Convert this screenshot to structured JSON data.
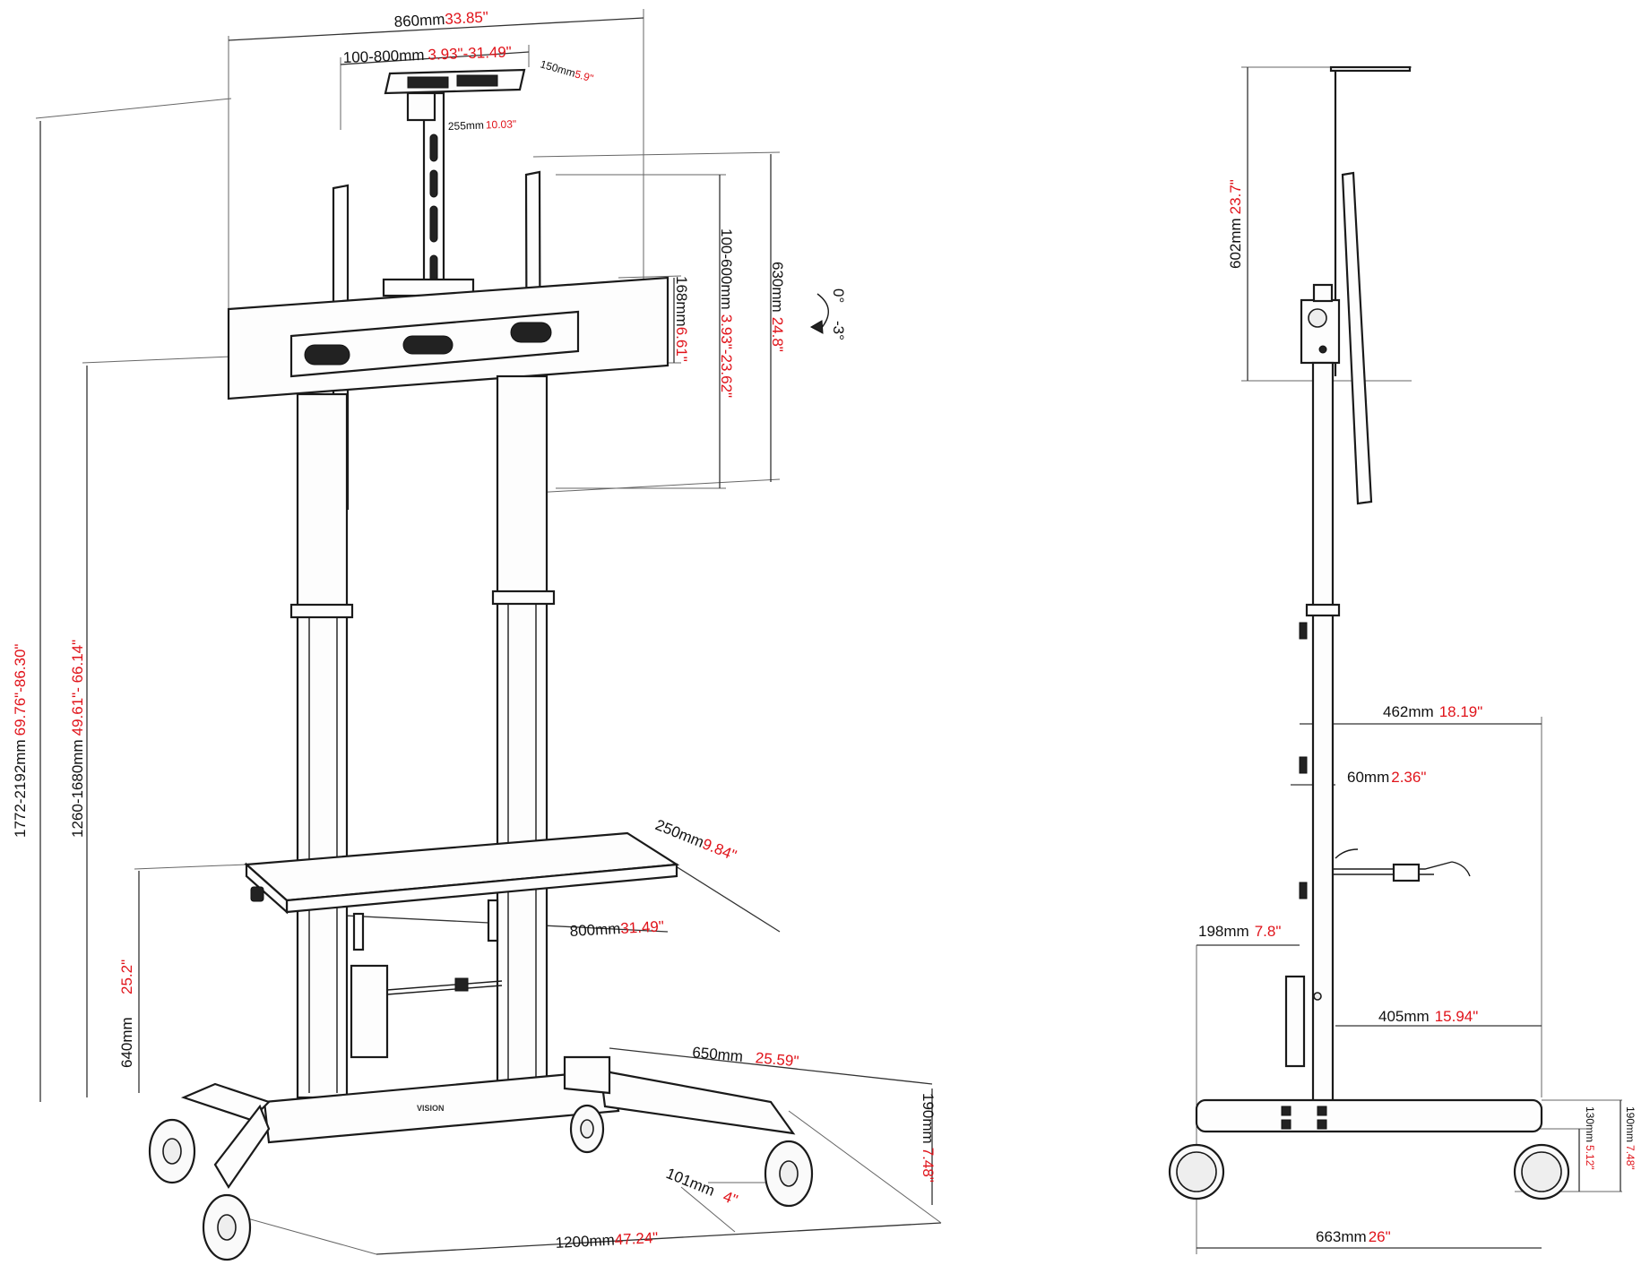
{
  "front_view": {
    "overall_width": {
      "mm": "860mm",
      "in": "33.85\""
    },
    "vesa_horizontal": {
      "mm": "100-800mm",
      "in": "3.93\"-31.49\""
    },
    "top_plate_depth": {
      "mm": "150mm",
      "in": "5.9\""
    },
    "top_plate_width": {
      "mm": "255mm",
      "in": "10.03\""
    },
    "vesa_vertical": {
      "mm": "100-600mm",
      "in": "3.93\"-23.62\""
    },
    "bracket_height": {
      "mm": "630mm",
      "in": "24.8\""
    },
    "crossbar_height": {
      "mm": "168mm",
      "in": "6.61\""
    },
    "tilt_top": "0°",
    "tilt_bottom": "-3°",
    "total_height": {
      "mm": "1772-2192mm",
      "in": "69.76\"-86.30\""
    },
    "mount_height": {
      "mm": "1260-1680mm",
      "in": "49.61\"- 66.14\""
    },
    "shelf_depth": {
      "mm": "250mm",
      "in": "9.84\""
    },
    "shelf_width": {
      "mm": "800mm",
      "in": "31.49\""
    },
    "shelf_height": {
      "mm": "640mm",
      "in": "25.2\""
    },
    "base_depth": {
      "mm": "650mm",
      "in": "25.59\""
    },
    "caster_height": {
      "mm": "190mm",
      "in": "7.48\""
    },
    "caster_offset": {
      "mm": "101mm",
      "in": "4\""
    },
    "base_width": {
      "mm": "1200mm",
      "in": "47.24\""
    },
    "brand": "VISION"
  },
  "side_view": {
    "screen_height": {
      "mm": "602mm",
      "in": "23.7\""
    },
    "base_reach_rear": {
      "mm": "462mm",
      "in": "18.19\""
    },
    "column_depth": {
      "mm": "60mm",
      "in": "2.36\""
    },
    "front_offset": {
      "mm": "198mm",
      "in": "7.8\""
    },
    "shelf_reach": {
      "mm": "405mm",
      "in": "15.94\""
    },
    "base_depth": {
      "mm": "663mm",
      "in": "26\""
    },
    "wheel_height": {
      "mm": "130mm",
      "in": "5.12\""
    },
    "caster_height": {
      "mm": "190mm",
      "in": "7.48\""
    }
  },
  "colors": {
    "dimension_inches": "#e0131a",
    "line": "#1a1a1a"
  }
}
